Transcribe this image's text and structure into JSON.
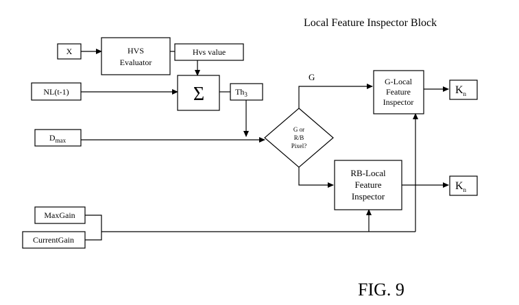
{
  "title": "Local Feature Inspector Block",
  "figure_label": "FIG. 9",
  "nodes": {
    "x": "X",
    "hvs_evaluator": [
      "HVS",
      "Evaluator"
    ],
    "hvs_value": "Hvs value",
    "nl": "NL(t-1)",
    "sum_symbol": "Σ",
    "th": {
      "base": "Th",
      "sub": "3"
    },
    "dmax": {
      "base": "D",
      "sub": "max"
    },
    "decision": [
      "G or",
      "R/B",
      "Pixel?"
    ],
    "g_inspector": [
      "G-Local",
      "Feature",
      "Inspector"
    ],
    "rb_inspector": [
      "RB-Local",
      "Feature",
      "Inspector"
    ],
    "kn_top": {
      "base": "K",
      "sub": "n"
    },
    "kn_bottom": {
      "base": "K",
      "sub": "n"
    },
    "max_gain": "MaxGain",
    "current_gain": "CurrentGain"
  },
  "edge_labels": {
    "g_branch": "G"
  }
}
